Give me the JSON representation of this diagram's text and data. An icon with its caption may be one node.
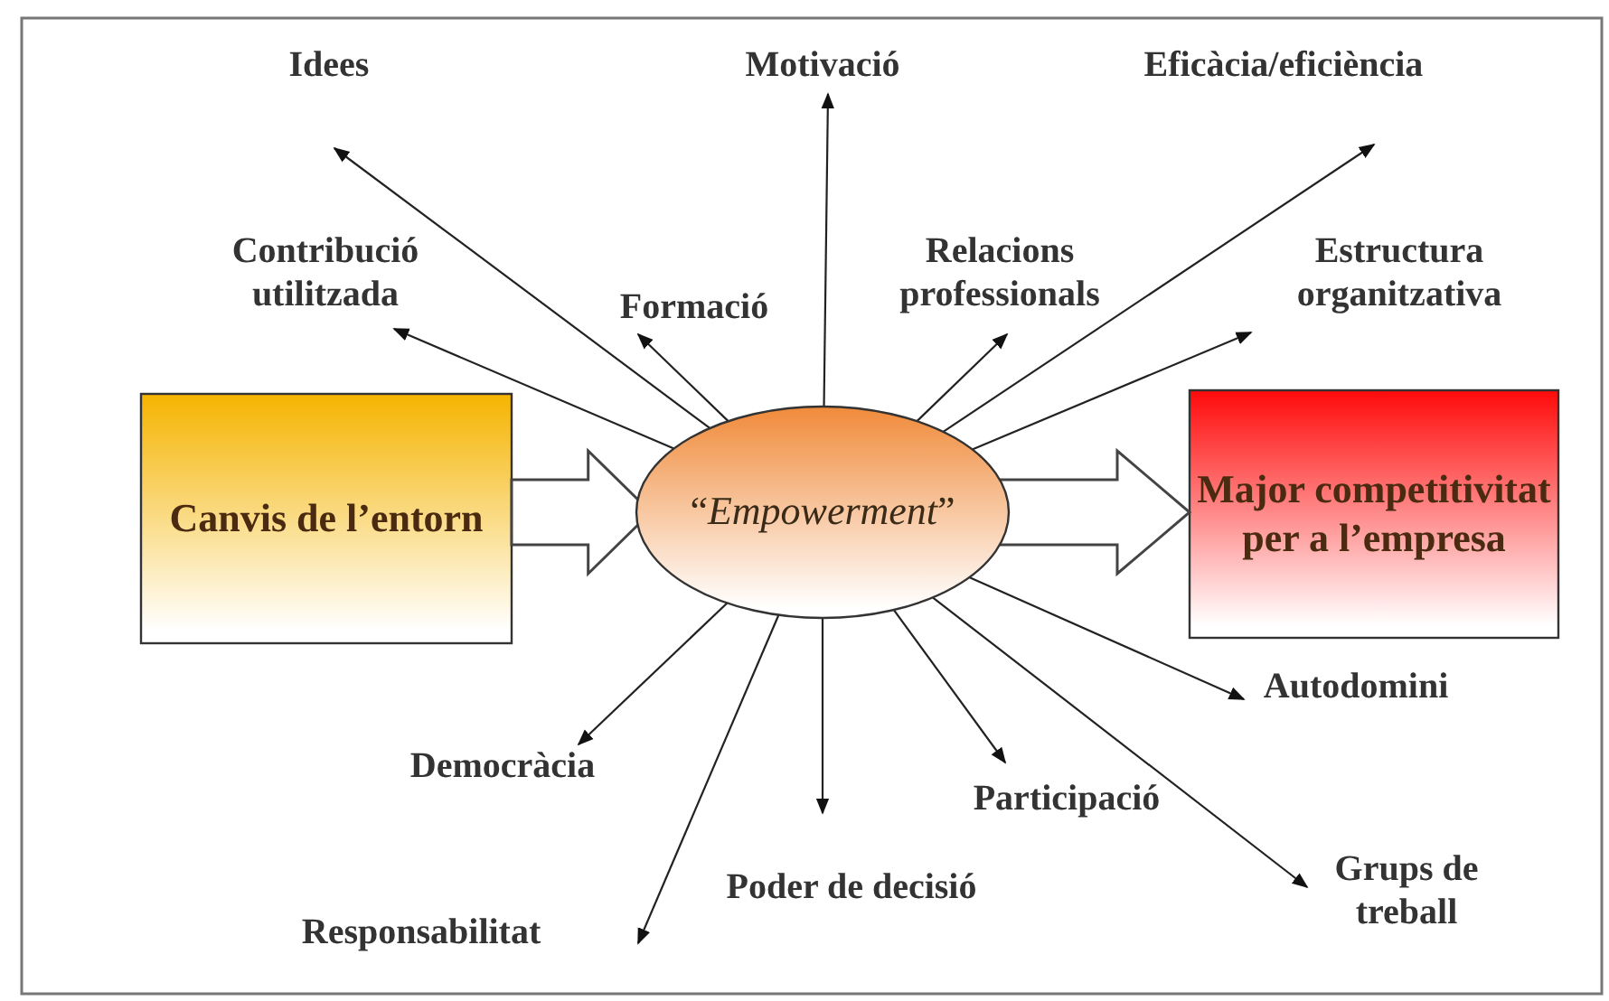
{
  "diagram": {
    "nodes": [
      {
        "text": [
          "Canvis de l’entorn"
        ]
      },
      {
        "text": [
          "“*Empowerment*”"
        ]
      },
      {
        "text": [
          "Major competitivitat per a l’empresa"
        ]
      },
      {
        "text": [
          "Idees"
        ]
      },
      {
        "text": [
          "Motivació"
        ]
      },
      {
        "text": [
          "Eficàcia/eficiència"
        ]
      },
      {
        "text": [
          "Contribució utilitzada"
        ]
      },
      {
        "text": [
          "Formació"
        ]
      },
      {
        "text": [
          "Relacions professionals"
        ]
      },
      {
        "text": [
          "Estructura organitzativa"
        ]
      },
      {
        "text": [
          "Autodomini"
        ]
      },
      {
        "text": [
          "Democràcia"
        ]
      },
      {
        "text": [
          "Participació"
        ]
      },
      {
        "text": [
          "Poder de decisió"
        ]
      },
      {
        "text": [
          "Grups de treball"
        ]
      },
      {
        "text": [
          "Responsabilitat"
        ]
      }
    ],
    "edges": [
      {
        "from": 0,
        "to": 1,
        "arrow": "to",
        "style": "thick"
      },
      {
        "from": 1,
        "to": 2,
        "arrow": "to",
        "style": "thick"
      },
      {
        "from": 1,
        "to": 3,
        "arrow": "to"
      },
      {
        "from": 1,
        "to": 4,
        "arrow": "to"
      },
      {
        "from": 1,
        "to": 5,
        "arrow": "to"
      },
      {
        "from": 1,
        "to": 6,
        "arrow": "to"
      },
      {
        "from": 1,
        "to": 7,
        "arrow": "to"
      },
      {
        "from": 1,
        "to": 8,
        "arrow": "to"
      },
      {
        "from": 1,
        "to": 9,
        "arrow": "to"
      },
      {
        "from": 1,
        "to": 10,
        "arrow": "to"
      },
      {
        "from": 1,
        "to": 11,
        "arrow": "to"
      },
      {
        "from": 1,
        "to": 12,
        "arrow": "to"
      },
      {
        "from": 1,
        "to": 13,
        "arrow": "to"
      },
      {
        "from": 1,
        "to": 14,
        "arrow": "to"
      },
      {
        "from": 1,
        "to": 15,
        "arrow": "to"
      }
    ]
  }
}
